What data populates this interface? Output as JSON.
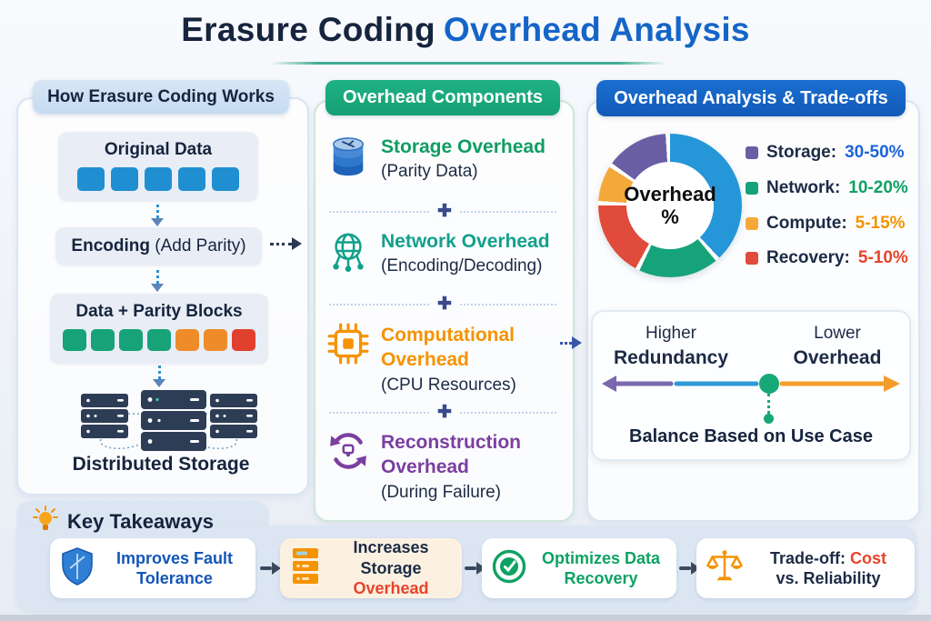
{
  "title": {
    "main": "Erasure Coding",
    "accent": "Overhead Analysis"
  },
  "left_panel": {
    "header": "How Erasure Coding Works",
    "original_data": {
      "label": "Original Data",
      "block_colors": [
        "#1f8fd2",
        "#1f8fd2",
        "#1f8fd2",
        "#1f8fd2",
        "#1f8fd2"
      ]
    },
    "encoding": {
      "label": "Encoding",
      "sublabel": "(Add Parity)"
    },
    "parity_blocks": {
      "label": "Data + Parity Blocks",
      "block_colors": [
        "#17a377",
        "#17a377",
        "#17a377",
        "#17a377",
        "#ee8c2a",
        "#ee8c2a",
        "#e2402f"
      ]
    },
    "distributed_storage_label": "Distributed Storage"
  },
  "middle_panel": {
    "header": "Overhead Components",
    "plus_glyph": "✚",
    "items": [
      {
        "icon": "database-icon",
        "title": "Storage Overhead",
        "subtitle": "(Parity Data)",
        "title_color": "#0f9d62"
      },
      {
        "icon": "globe-network-icon",
        "title": "Network Overhead",
        "subtitle": "(Encoding/Decoding)",
        "title_color": "#12a08c"
      },
      {
        "icon": "cpu-chip-icon",
        "title": "Computational Overhead",
        "subtitle": "(CPU Resources)",
        "title_color": "#f59300"
      },
      {
        "icon": "reconstruction-cycle-icon",
        "title": "Reconstruction Overhead",
        "subtitle": "(During Failure)",
        "title_color": "#7b3fa0"
      }
    ]
  },
  "right_panel": {
    "header": "Overhead Analysis & Trade-offs",
    "legend": [
      {
        "label": "Storage:",
        "value": "30-50%"
      },
      {
        "label": "Network:",
        "value": "10-20%"
      },
      {
        "label": "Compute:",
        "value": "5-15%"
      },
      {
        "label": "Recovery:",
        "value": "5-10%"
      }
    ],
    "tradeoff": {
      "left_line1": "Higher",
      "left_line2": "Redundancy",
      "right_line1": "Lower",
      "right_line2": "Overhead",
      "caption": "Balance Based on Use Case"
    }
  },
  "takeaways": {
    "header": "Key Takeaways",
    "items": [
      {
        "icon": "shield-icon",
        "line1": "Improves Fault",
        "line2": "Tolerance",
        "text_color": "#1356b8"
      },
      {
        "icon": "storage-server-icon",
        "line1": "Increases Storage",
        "line2": "Overhead",
        "text_color": "#1c2b45",
        "line2_color": "#e8432c"
      },
      {
        "icon": "check-circle-icon",
        "line1": "Optimizes Data",
        "line2": "Recovery",
        "text_color": "#0ea263"
      },
      {
        "icon": "scales-icon",
        "line1": "Trade-off:",
        "line1_accent": "Cost",
        "accent_color": "#e8432c",
        "line2": "vs. Reliability",
        "text_color": "#1c2b45"
      }
    ]
  },
  "chart_data": {
    "type": "pie",
    "title": "Overhead %",
    "center_label_lines": [
      "Overhead",
      "%"
    ],
    "legend_position": "right",
    "categories": [
      "Storage",
      "Network",
      "Compute",
      "Recovery"
    ],
    "value_ranges": [
      "30-50%",
      "10-20%",
      "5-15%",
      "5-10%"
    ],
    "legend_colors": [
      "#6a5fa5",
      "#17a37a",
      "#f5a83a",
      "#e04b3b"
    ],
    "value_text_colors": [
      "#1c64d8",
      "#0ea263",
      "#f59300",
      "#e8432c"
    ],
    "donut_segments": [
      {
        "label": "blue-segment",
        "color": "#2596d8",
        "percent": 38
      },
      {
        "label": "green-segment",
        "color": "#17a37a",
        "percent": 18
      },
      {
        "label": "red-segment",
        "color": "#e04b3b",
        "percent": 17
      },
      {
        "label": "orange-segment",
        "color": "#f5a83a",
        "percent": 8
      },
      {
        "label": "purple-segment",
        "color": "#6a5fa5",
        "percent": 14
      }
    ],
    "segment_gap_percent": 1
  }
}
